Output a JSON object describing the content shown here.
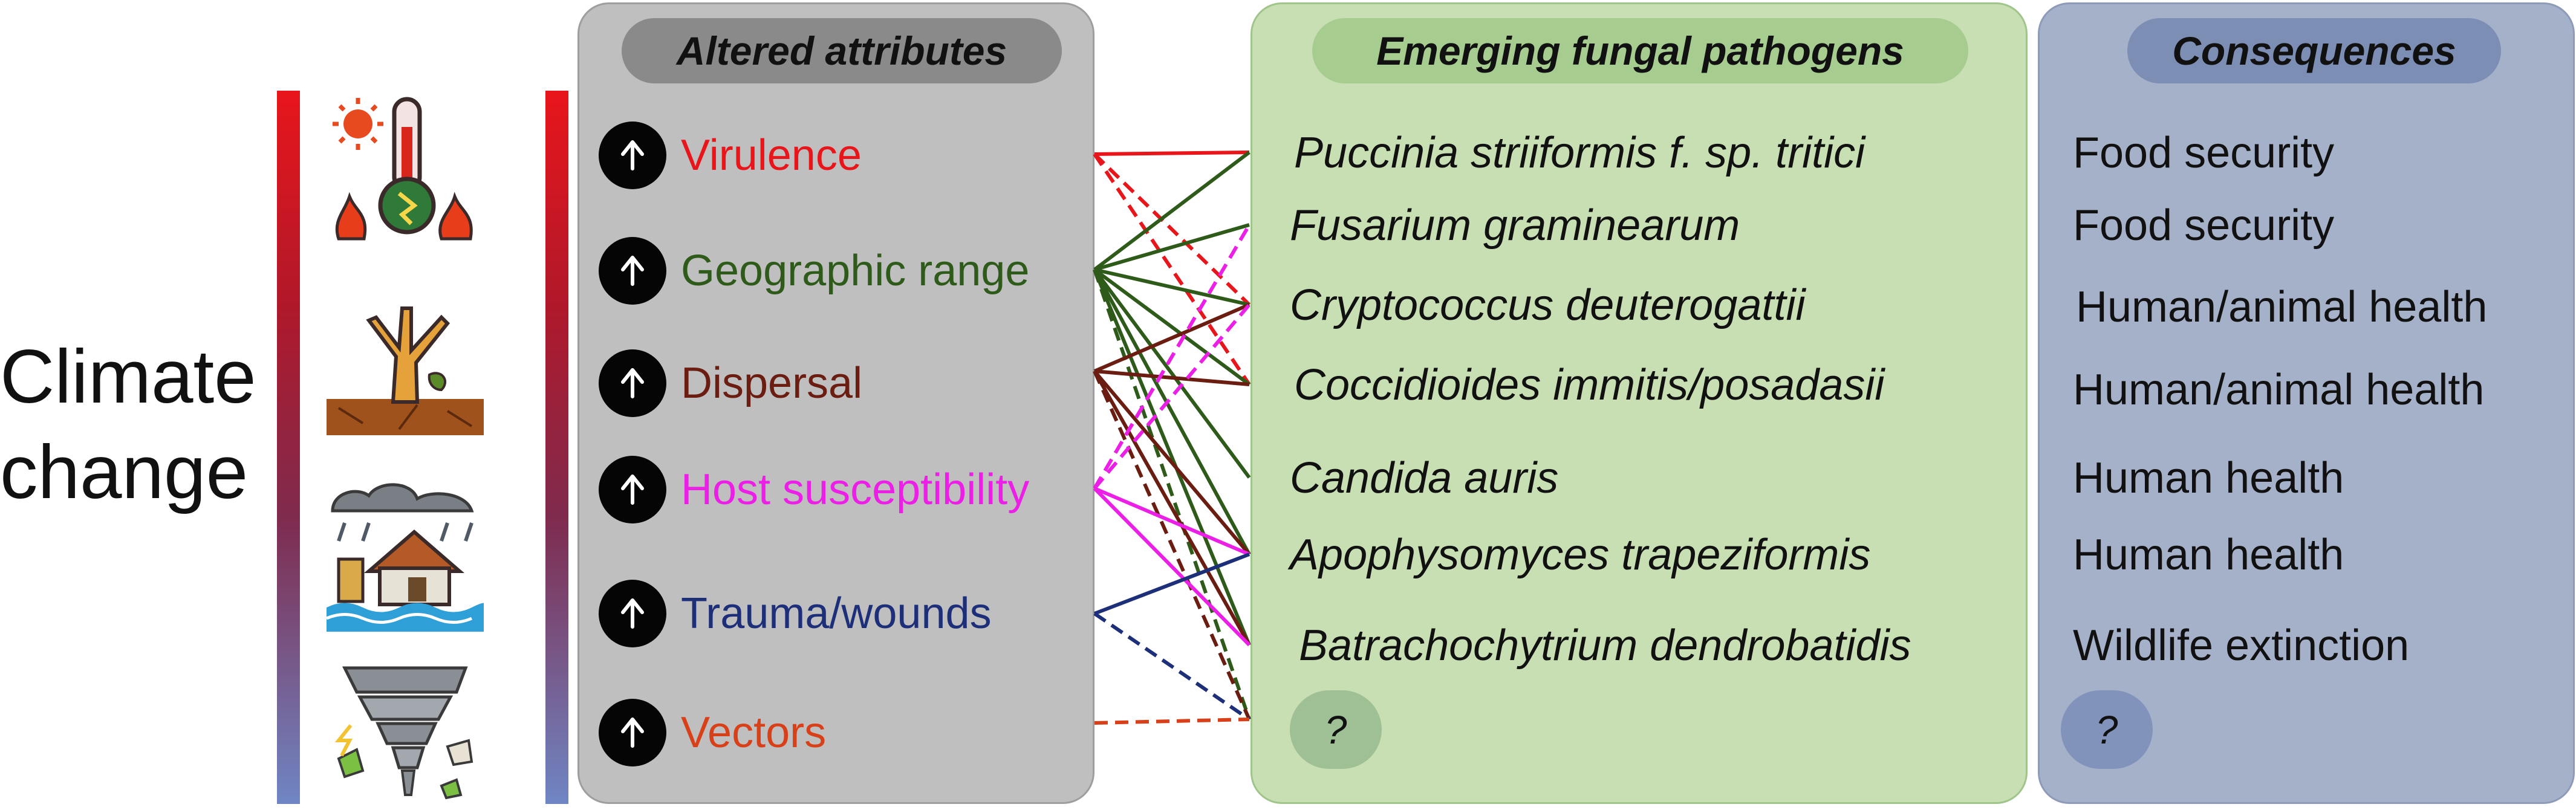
{
  "climate_label": [
    "Climate",
    "change"
  ],
  "icons": [
    "thermometer-heat-icon",
    "drought-tree-icon",
    "flood-house-icon",
    "tornado-storm-icon"
  ],
  "panels": {
    "attributes": {
      "title": "Altered attributes",
      "items": [
        {
          "label": "Virulence",
          "color": "#e8161b"
        },
        {
          "label": "Geographic range",
          "color": "#2e5a1a"
        },
        {
          "label": "Dispersal",
          "color": "#6a1d10"
        },
        {
          "label": "Host susceptibility",
          "color": "#ec1fe6"
        },
        {
          "label": "Trauma/wounds",
          "color": "#1e2f7a"
        },
        {
          "label": "Vectors",
          "color": "#d8401a"
        }
      ]
    },
    "pathogens": {
      "title": "Emerging fungal pathogens",
      "items": [
        "Puccinia striiformis f. sp. tritici",
        "Fusarium graminearum",
        "Cryptococcus deuterogattii",
        "Coccidioides immitis/posadasii",
        "Candida auris",
        "Apophysomyces trapeziformis",
        "Batrachochytrium dendrobatidis"
      ],
      "unknown": "?"
    },
    "consequences": {
      "title": "Consequences",
      "items": [
        "Food security",
        "Food security",
        "Human/animal health",
        "Human/animal health",
        "Human health",
        "Human health",
        "Wildlife extinction"
      ],
      "unknown": "?"
    }
  },
  "connections": [
    {
      "from": 0,
      "to": 0,
      "style": "solid",
      "color": "#e8161b"
    },
    {
      "from": 0,
      "to": 2,
      "style": "dashed",
      "color": "#e8161b"
    },
    {
      "from": 0,
      "to": 3,
      "style": "dashed",
      "color": "#e8161b"
    },
    {
      "from": 1,
      "to": 0,
      "style": "solid",
      "color": "#2e5a1a"
    },
    {
      "from": 1,
      "to": 1,
      "style": "solid",
      "color": "#2e5a1a"
    },
    {
      "from": 1,
      "to": 2,
      "style": "solid",
      "color": "#2e5a1a"
    },
    {
      "from": 1,
      "to": 3,
      "style": "solid",
      "color": "#2e5a1a"
    },
    {
      "from": 1,
      "to": 4,
      "style": "solid",
      "color": "#2e5a1a"
    },
    {
      "from": 1,
      "to": 5,
      "style": "solid",
      "color": "#2e5a1a"
    },
    {
      "from": 1,
      "to": 6,
      "style": "solid",
      "color": "#2e5a1a"
    },
    {
      "from": 1,
      "to": 7,
      "style": "dashed",
      "color": "#2e5a1a"
    },
    {
      "from": 2,
      "to": 2,
      "style": "solid",
      "color": "#6a1d10"
    },
    {
      "from": 2,
      "to": 3,
      "style": "solid",
      "color": "#6a1d10"
    },
    {
      "from": 2,
      "to": 5,
      "style": "solid",
      "color": "#6a1d10"
    },
    {
      "from": 2,
      "to": 6,
      "style": "solid",
      "color": "#6a1d10"
    },
    {
      "from": 2,
      "to": 7,
      "style": "dashed",
      "color": "#6a1d10"
    },
    {
      "from": 3,
      "to": 1,
      "style": "dashed",
      "color": "#ec1fe6"
    },
    {
      "from": 3,
      "to": 2,
      "style": "dashed",
      "color": "#ec1fe6"
    },
    {
      "from": 3,
      "to": 5,
      "style": "solid",
      "color": "#ec1fe6"
    },
    {
      "from": 3,
      "to": 6,
      "style": "solid",
      "color": "#ec1fe6"
    },
    {
      "from": 4,
      "to": 5,
      "style": "solid",
      "color": "#1e2f7a"
    },
    {
      "from": 4,
      "to": 7,
      "style": "dashed",
      "color": "#1e2f7a"
    },
    {
      "from": 5,
      "to": 7,
      "style": "dashed",
      "color": "#d8401a"
    }
  ]
}
